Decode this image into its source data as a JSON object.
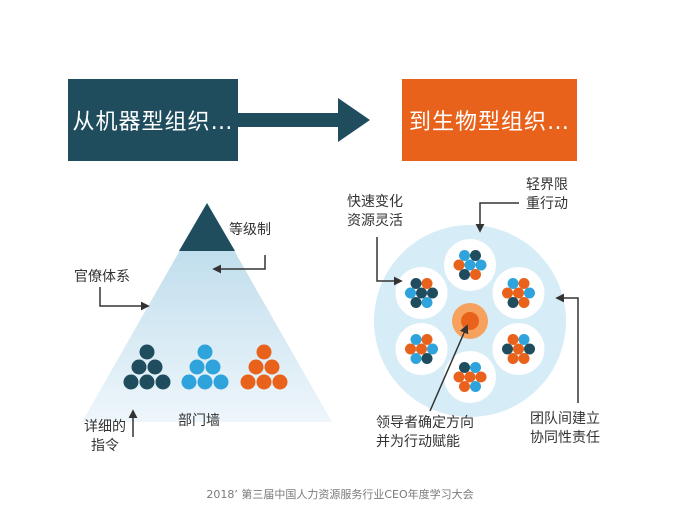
{
  "header": {
    "left_box": "从机器型组织…",
    "right_box": "到生物型组织…"
  },
  "pyramid": {
    "labels": {
      "hierarchy": "等级制",
      "bureaucracy": "官僚体系",
      "detailed_instructions_line1": "详细的",
      "detailed_instructions_line2": "指令",
      "department_walls": "部门墙"
    },
    "team_colors": [
      "#204d5e",
      "#2ea3dc",
      "#e8621c"
    ]
  },
  "organism": {
    "labels": {
      "fast_change_line1": "快速变化",
      "fast_change_line2": "资源灵活",
      "light_bounds_line1": "轻界限",
      "light_bounds_line2": "重行动",
      "leader_line1": "领导者确定方向",
      "leader_line2": "并为行动赋能",
      "team_line1": "团队间建立",
      "team_line2": "协同性责任"
    },
    "colors": {
      "background_circle": "#d6ecf7",
      "cell_bg": "#ffffff",
      "core_outer": "#f6a15d",
      "core_inner": "#e8621c",
      "navy": "#204d5e",
      "blue": "#2ea3dc",
      "orange": "#e8621c"
    }
  },
  "footer": {
    "caption": "2018’ 第三届中国人力资源服务行业CEO年度学习大会"
  }
}
